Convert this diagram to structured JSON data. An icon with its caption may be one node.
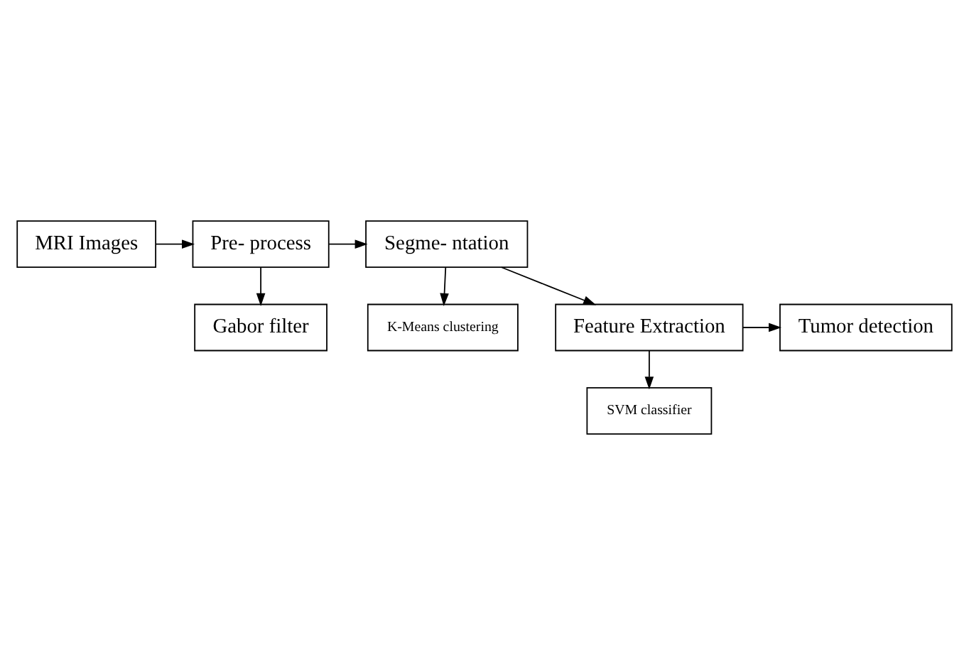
{
  "diagram": {
    "nodes": [
      {
        "text": [
          "MRI Images"
        ]
      },
      {
        "text": [
          "Pre- process"
        ]
      },
      {
        "text": [
          "Segme- ntation"
        ]
      },
      {
        "text": [
          "Gabor filter"
        ]
      },
      {
        "text": [
          "K-Means clustering"
        ]
      },
      {
        "text": [
          "Tumor detection"
        ]
      },
      {
        "text": [
          "Feature Extraction"
        ]
      },
      {
        "text": [
          "SVM classifier"
        ]
      }
    ],
    "edges": [
      {
        "from": 0,
        "to": 1,
        "arrow": "to"
      },
      {
        "from": 1,
        "to": 2,
        "arrow": "to"
      },
      {
        "from": 1,
        "to": 3,
        "arrow": "to"
      },
      {
        "from": 2,
        "to": 4,
        "arrow": "to"
      },
      {
        "from": 2,
        "to": 6,
        "arrow": "to"
      },
      {
        "from": 6,
        "to": 5,
        "arrow": "to"
      },
      {
        "from": 6,
        "to": 7,
        "arrow": "to"
      }
    ]
  }
}
